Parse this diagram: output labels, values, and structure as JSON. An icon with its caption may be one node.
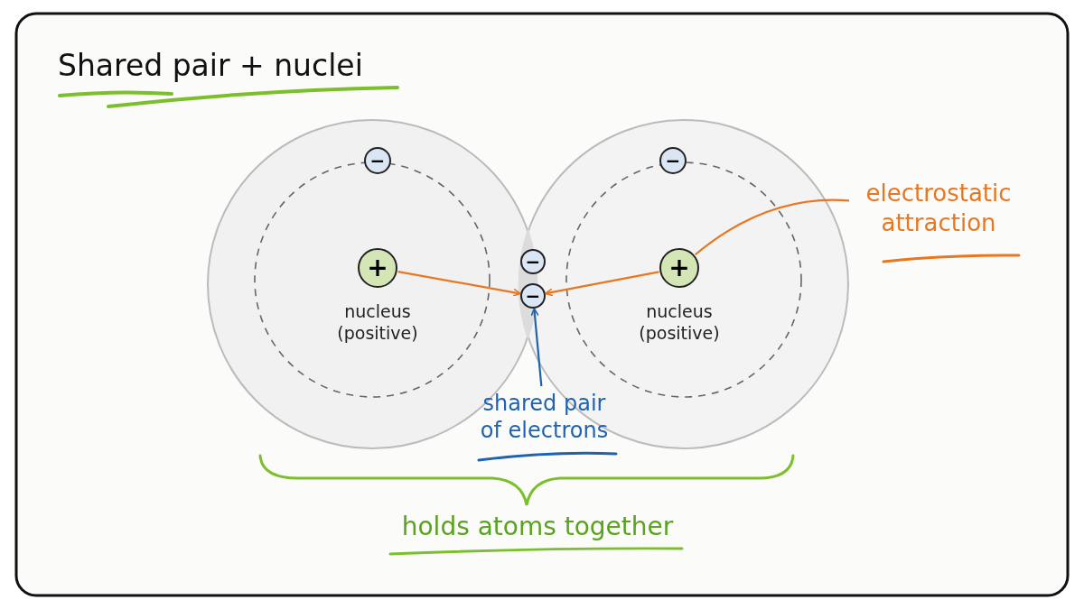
{
  "diagram": {
    "title": "Shared pair + nuclei",
    "nodes": [
      {
        "text": [
          "−"
        ]
      },
      {
        "text": [
          "−"
        ]
      },
      {
        "text": [
          "+"
        ],
        "beside": [
          "nucleus (positive)"
        ]
      },
      {
        "text": [
          "−"
        ]
      },
      {
        "text": [
          "−"
        ]
      },
      {
        "text": [
          "+"
        ],
        "beside": [
          "nucleus (positive)"
        ]
      },
      {
        "text": [
          "electrostatic attraction"
        ]
      },
      {
        "text": [
          "shared pair of electrons"
        ]
      }
    ],
    "edges": [
      {
        "from": 2,
        "to": 4,
        "arrow": "to"
      },
      {
        "from": 5,
        "to": 4,
        "arrow": "to"
      },
      {
        "from": 6,
        "to": 5,
        "arrow": "none"
      },
      {
        "from": 7,
        "to": 4,
        "arrow": "to",
        "color": "#1f63b0"
      }
    ],
    "labels": [
      "holds atoms together"
    ]
  }
}
